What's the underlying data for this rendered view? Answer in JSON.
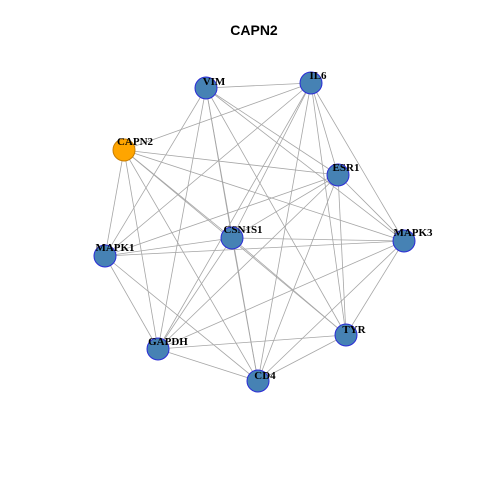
{
  "title": "CAPN2",
  "colors": {
    "node_default": "#4682B4",
    "node_border": "#2b2bd6",
    "node_highlight": "#FFA500",
    "node_highlight_border": "#c77d00",
    "edge": "#a6a6a6"
  },
  "nodes": [
    {
      "id": "VIM",
      "label": "VIM",
      "highlight": false
    },
    {
      "id": "IL6",
      "label": "IL6",
      "highlight": false
    },
    {
      "id": "CAPN2",
      "label": "CAPN2",
      "highlight": true
    },
    {
      "id": "ESR1",
      "label": "ESR1",
      "highlight": false
    },
    {
      "id": "CSN1S1",
      "label": "CSN1S1",
      "highlight": false
    },
    {
      "id": "MAPK3",
      "label": "MAPK3",
      "highlight": false
    },
    {
      "id": "MAPK1",
      "label": "MAPK1",
      "highlight": false
    },
    {
      "id": "TYR",
      "label": "TYR",
      "highlight": false
    },
    {
      "id": "GAPDH",
      "label": "GAPDH",
      "highlight": false
    },
    {
      "id": "CD4",
      "label": "CD4",
      "highlight": false
    }
  ],
  "edges": [
    [
      "VIM",
      "IL6"
    ],
    [
      "VIM",
      "MAPK1"
    ],
    [
      "VIM",
      "CSN1S1"
    ],
    [
      "VIM",
      "ESR1"
    ],
    [
      "VIM",
      "MAPK3"
    ],
    [
      "VIM",
      "TYR"
    ],
    [
      "VIM",
      "GAPDH"
    ],
    [
      "VIM",
      "CD4"
    ],
    [
      "IL6",
      "CAPN2"
    ],
    [
      "IL6",
      "ESR1"
    ],
    [
      "IL6",
      "CSN1S1"
    ],
    [
      "IL6",
      "MAPK3"
    ],
    [
      "IL6",
      "MAPK1"
    ],
    [
      "IL6",
      "TYR"
    ],
    [
      "IL6",
      "GAPDH"
    ],
    [
      "IL6",
      "CD4"
    ],
    [
      "CAPN2",
      "ESR1"
    ],
    [
      "CAPN2",
      "CSN1S1"
    ],
    [
      "CAPN2",
      "MAPK3"
    ],
    [
      "CAPN2",
      "MAPK1"
    ],
    [
      "CAPN2",
      "TYR"
    ],
    [
      "CAPN2",
      "GAPDH"
    ],
    [
      "CAPN2",
      "CD4"
    ],
    [
      "ESR1",
      "CSN1S1"
    ],
    [
      "ESR1",
      "MAPK3"
    ],
    [
      "ESR1",
      "MAPK1"
    ],
    [
      "ESR1",
      "TYR"
    ],
    [
      "ESR1",
      "GAPDH"
    ],
    [
      "ESR1",
      "CD4"
    ],
    [
      "CSN1S1",
      "MAPK3"
    ],
    [
      "CSN1S1",
      "MAPK1"
    ],
    [
      "CSN1S1",
      "TYR"
    ],
    [
      "CSN1S1",
      "GAPDH"
    ],
    [
      "CSN1S1",
      "CD4"
    ],
    [
      "MAPK3",
      "MAPK1"
    ],
    [
      "MAPK3",
      "TYR"
    ],
    [
      "MAPK3",
      "GAPDH"
    ],
    [
      "MAPK3",
      "CD4"
    ],
    [
      "MAPK1",
      "GAPDH"
    ],
    [
      "MAPK1",
      "CD4"
    ],
    [
      "TYR",
      "GAPDH"
    ],
    [
      "TYR",
      "CD4"
    ],
    [
      "GAPDH",
      "CD4"
    ]
  ]
}
